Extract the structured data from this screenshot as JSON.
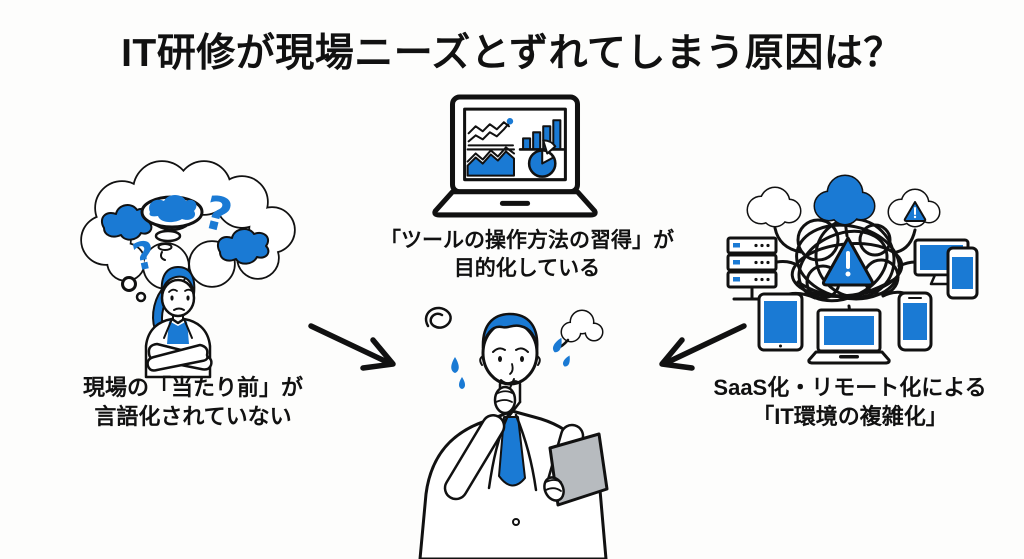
{
  "title": "IT研修が現場ニーズとずれてしまう原因は？",
  "causes": {
    "left": {
      "label_lines": [
        "現場の「当たり前」が",
        "言語化されていない"
      ],
      "figure": "confused-woman-with-thought-cloud"
    },
    "center": {
      "label_lines": [
        "「ツールの操作方法の習得」が",
        "目的化している"
      ],
      "figure": "laptop-with-analytics-charts"
    },
    "right": {
      "label_lines": [
        "SaaS化・リモート化による",
        "「IT環境の複雑化」"
      ],
      "figure": "tangled-network-of-clouds-and-devices"
    }
  },
  "center_figure": "worried-businessman-holding-tablet",
  "colors": {
    "accent": "#1a7ad4",
    "ink": "#111111",
    "bg": "#fdfdfc",
    "gray": "#b7bbbf"
  }
}
